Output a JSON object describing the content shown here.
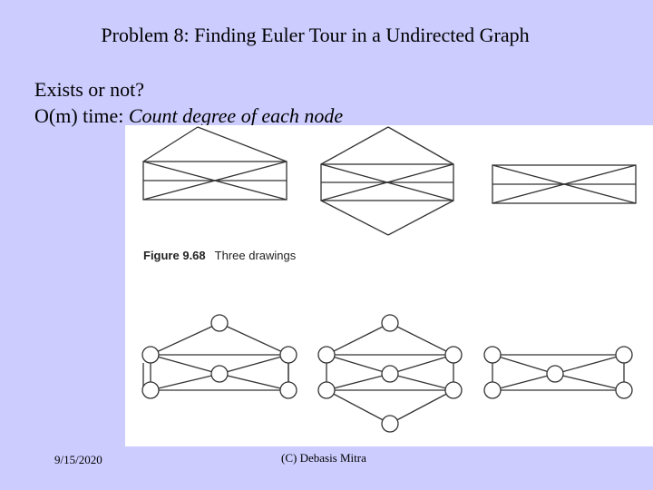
{
  "slide": {
    "title": "Problem 8: Finding Euler Tour in a Undirected Graph",
    "line1": "Exists or not?",
    "line2_prefix": "O(m) time: ",
    "line2_italic": "Count degree of each node"
  },
  "figure": {
    "caption_label": "Figure 9.68",
    "caption_text": "Three drawings"
  },
  "footer": {
    "date": "9/15/2020",
    "author": "(C) Debasis Mitra"
  }
}
